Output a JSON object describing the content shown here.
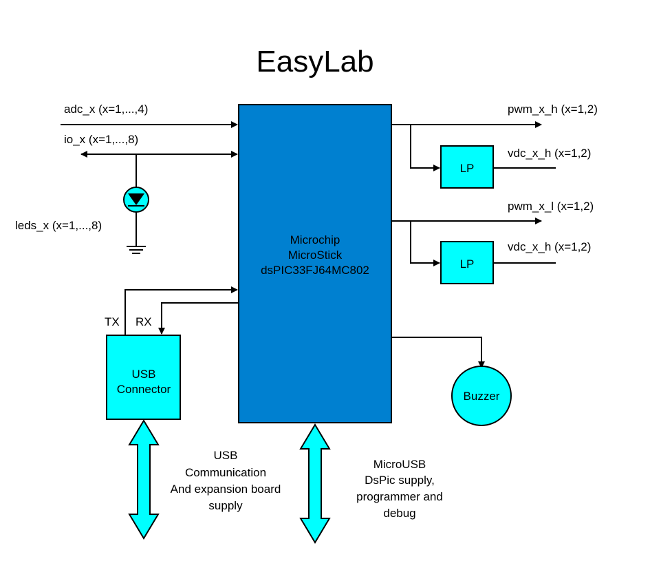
{
  "title": "EasyLab",
  "colors": {
    "mcu_fill": "#0080d0",
    "block_fill": "#00ffff",
    "line": "#000000",
    "background": "#ffffff"
  },
  "left_signals": {
    "adc": "adc_x (x=1,...,4)",
    "io": "io_x (x=1,...,8)",
    "leds": "leds_x (x=1,...,8)"
  },
  "right_signals": {
    "pwm_h": "pwm_x_h (x=1,2)",
    "vdc_h_top": "vdc_x_h (x=1,2)",
    "pwm_l": "pwm_x_l (x=1,2)",
    "vdc_h_bottom": "vdc_x_h (x=1,2)"
  },
  "mcu": {
    "line1": "Microchip",
    "line2": "MicroStick",
    "line3": "dsPIC33FJ64MC802"
  },
  "filters": {
    "lp_top": "LP",
    "lp_bottom": "LP"
  },
  "usb_connector": {
    "line1": "USB",
    "line2": "Connector",
    "tx": "TX",
    "rx": "RX"
  },
  "buzzer": "Buzzer",
  "usb_note": {
    "line1": "USB",
    "line2": "Communication",
    "line3": "And expansion board",
    "line4": "supply"
  },
  "microusb_note": {
    "line1": "MicroUSB",
    "line2": "DsPic supply,",
    "line3": "programmer and",
    "line4": "debug"
  },
  "icons": {
    "led": "led-diode-icon",
    "ground": "ground-icon"
  }
}
